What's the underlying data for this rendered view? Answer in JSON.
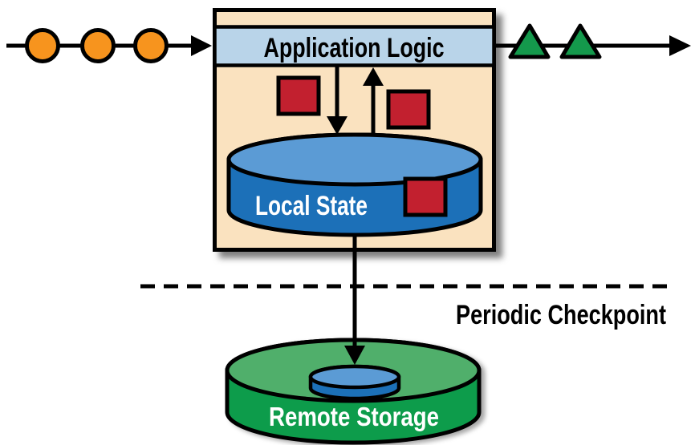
{
  "labels": {
    "application_logic": "Application Logic",
    "local_state": "Local State",
    "remote_storage": "Remote Storage",
    "periodic_checkpoint": "Periodic Checkpoint"
  },
  "streams": {
    "input_event_count": 3,
    "output_result_count": 2,
    "state_record_count": 3
  },
  "colors": {
    "operator_box_fill": "#FAE2BF",
    "header_fill": "#B9D4E9",
    "input_orange": "#F7941E",
    "output_green": "#14994C",
    "state_red": "#C2202F",
    "cylinder_top_blue": "#5B9BD5",
    "cylinder_body_blue": "#1C70B8",
    "storage_top_green": "#50AF6B",
    "storage_body_green": "#109C4B",
    "line_black": "#000000",
    "text_light": "#FFFFFF",
    "text_dark": "#000000"
  }
}
